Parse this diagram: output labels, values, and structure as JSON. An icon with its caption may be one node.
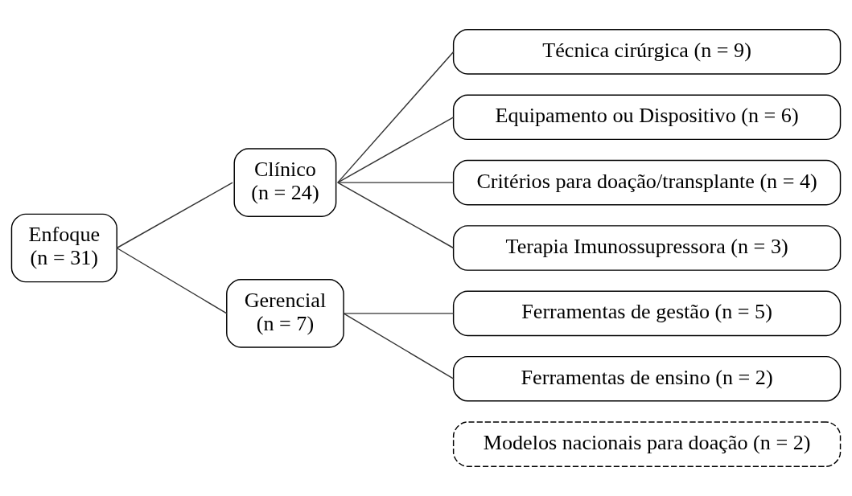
{
  "diagram": {
    "nodes": [
      {
        "text": [
          "Enfoque",
          "(n = 31)"
        ]
      },
      {
        "text": [
          "Clínico",
          "(n = 24)"
        ]
      },
      {
        "text": [
          "Gerencial",
          "(n = 7)"
        ]
      },
      {
        "text": [
          "Técnica cirúrgica (n = 9)"
        ]
      },
      {
        "text": [
          "Equipamento ou Dispositivo (n = 6)"
        ]
      },
      {
        "text": [
          "Critérios para doação/transplante (n = 4)"
        ]
      },
      {
        "text": [
          "Terapia Imunossupressora (n = 3)"
        ]
      },
      {
        "text": [
          "Ferramentas de gestão (n = 5)"
        ]
      },
      {
        "text": [
          "Ferramentas de ensino (n = 2)"
        ]
      },
      {
        "text": [
          "Modelos nacionais para doação (n = 2)"
        ]
      }
    ],
    "edges": [
      {
        "from": 0,
        "to": 1,
        "arrow": "none"
      },
      {
        "from": 0,
        "to": 2,
        "arrow": "none"
      },
      {
        "from": 1,
        "to": 3,
        "arrow": "none"
      },
      {
        "from": 1,
        "to": 4,
        "arrow": "none"
      },
      {
        "from": 1,
        "to": 5,
        "arrow": "none"
      },
      {
        "from": 1,
        "to": 6,
        "arrow": "none"
      },
      {
        "from": 2,
        "to": 7,
        "arrow": "none"
      },
      {
        "from": 2,
        "to": 8,
        "arrow": "none"
      }
    ]
  }
}
